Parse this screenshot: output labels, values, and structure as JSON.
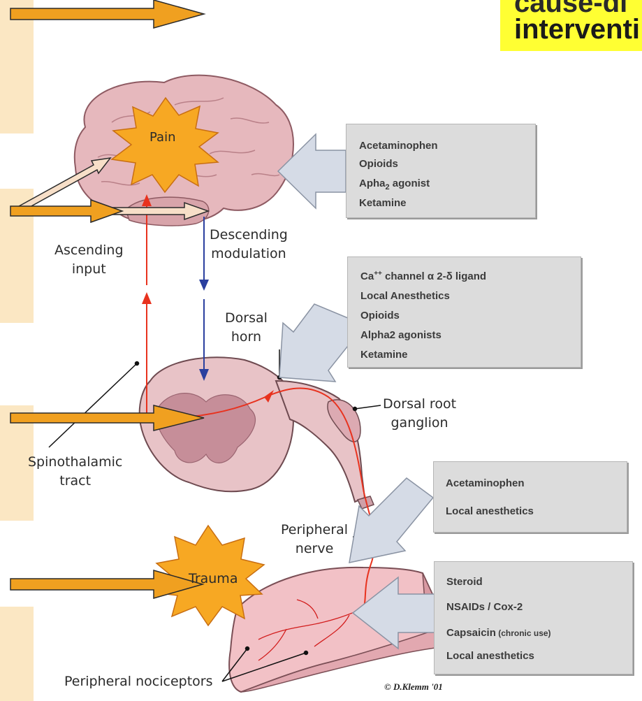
{
  "title": {
    "line1": "cause-di",
    "line2": "interventi"
  },
  "drug_boxes": {
    "brain": [
      "Acetaminophen",
      "Opioids",
      "Apha",
      "2",
      " agonist",
      "Ketamine"
    ],
    "dorsal_horn": [
      "Ca",
      "++",
      " channel α 2-δ ligand",
      "Local Anesthetics",
      "Opioids",
      "Alpha2 agonists",
      "Ketamine"
    ],
    "peripheral_nerve": [
      "Acetaminophen",
      "Local anesthetics"
    ],
    "nociceptors": [
      "Steroid",
      "NSAIDs / Cox-2",
      "Capsaicin",
      " (chronic use)",
      "Local anesthetics"
    ]
  },
  "labels": {
    "pain": "Pain",
    "trauma": "Trauma",
    "ascending": "Ascending",
    "ascending2": "input",
    "descending": "Descending",
    "descending2": "modulation",
    "dorsal_horn": "Dorsal",
    "dorsal_horn2": "horn",
    "drg": "Dorsal root",
    "drg2": "ganglion",
    "spino": "Spinothalamic",
    "spino2": "tract",
    "peripheral_nerve": "Peripheral",
    "peripheral_nerve2": "nerve",
    "nociceptors": "Peripheral nociceptors",
    "credit": "© D.Klemm '01"
  },
  "colors": {
    "orange_arrow": "#f0a020",
    "side_panel": "#fbe7c3",
    "title_bg": "#ffff33",
    "drug_box_bg": "#dcdcdc",
    "ascending_path": "#e8321e",
    "descending_path": "#2a3f9f",
    "brain": "#e6b8bd",
    "skin": "#f2c1c6"
  }
}
